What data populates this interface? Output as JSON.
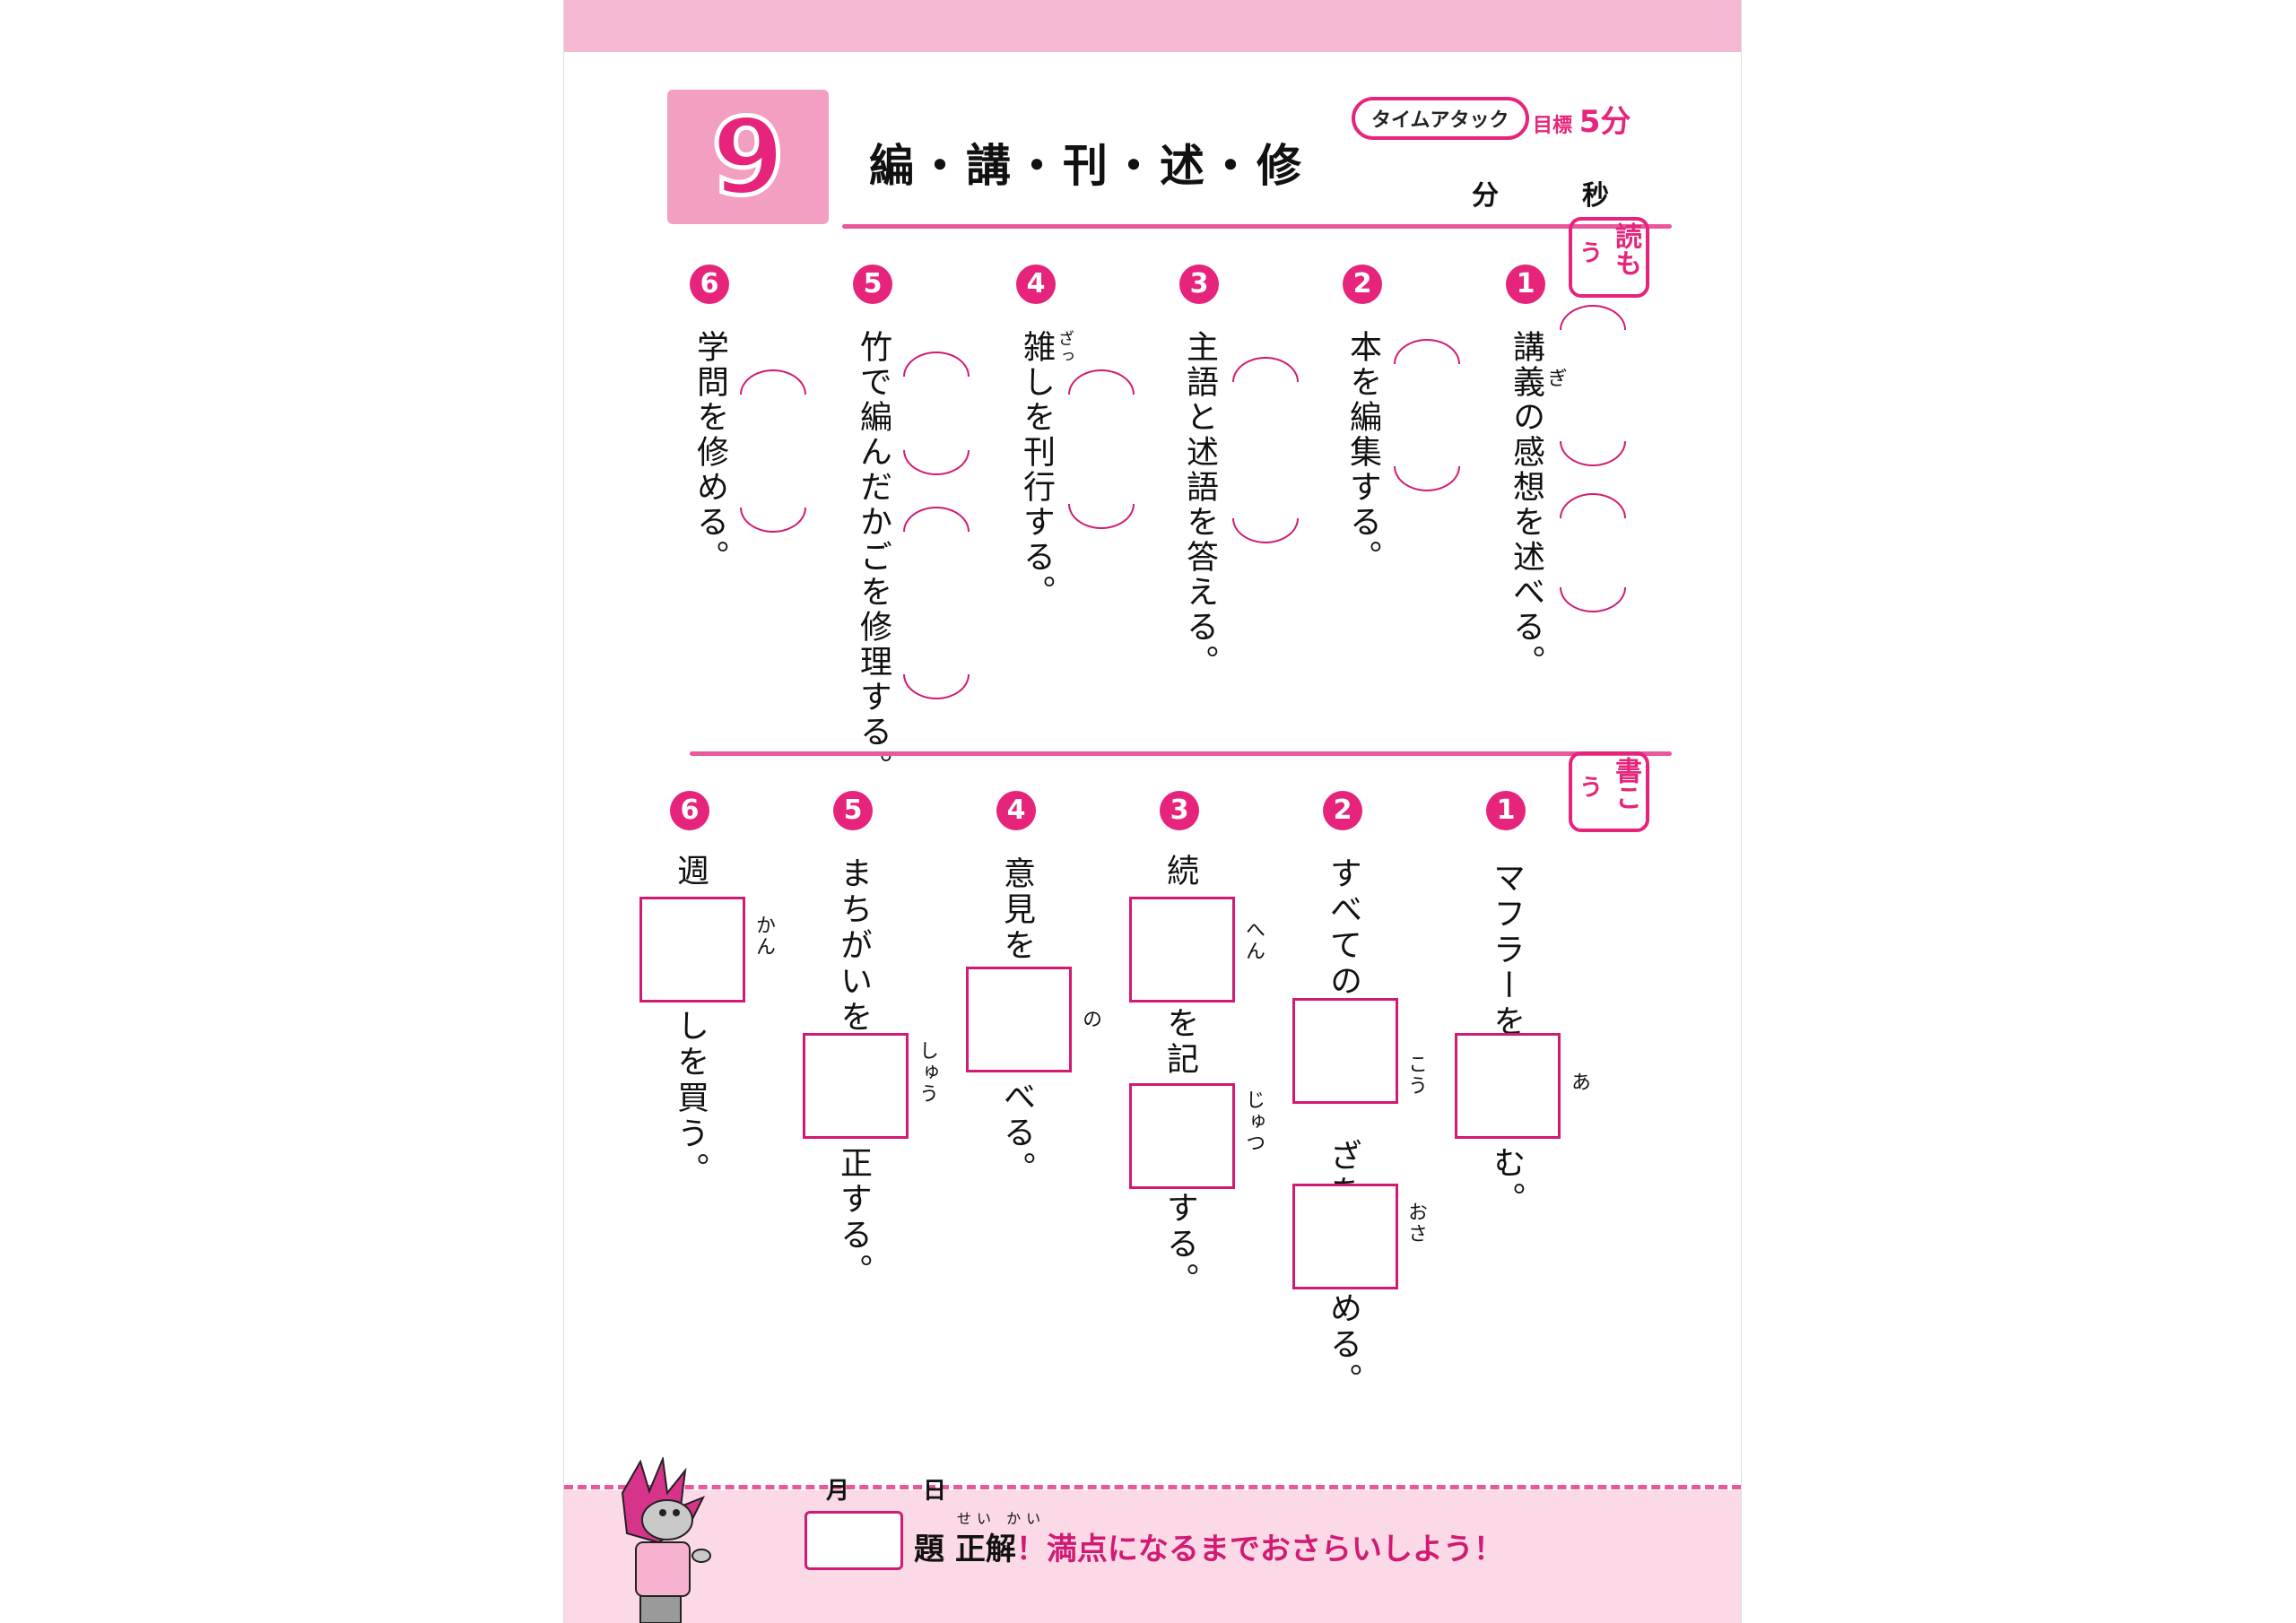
{
  "lesson": {
    "number": "9",
    "title": "編・講・刊・述・修",
    "time_attack_label": "タイムアタック",
    "target_label": "目標",
    "target_value": "5分",
    "minutes_unit": "分",
    "seconds_unit": "秒"
  },
  "reading": {
    "stamp_small": "う",
    "stamp_big": "読も",
    "questions": [
      {
        "num": "1",
        "text": "講義の感想を述べる。",
        "furigana": "ぎ"
      },
      {
        "num": "2",
        "text": "本を編集する。"
      },
      {
        "num": "3",
        "text": "主語と述語を答える。"
      },
      {
        "num": "4",
        "text": "雑しを刊行する。",
        "furigana": "ざっ"
      },
      {
        "num": "5",
        "text": "竹で編んだかごを修理する。"
      },
      {
        "num": "6",
        "text": "学問を修める。"
      }
    ]
  },
  "writing": {
    "stamp_small": "う",
    "stamp_big": "書こ",
    "questions": [
      {
        "num": "1",
        "pre": "マフラーを",
        "furi1": "あ",
        "post": "む。"
      },
      {
        "num": "2",
        "pre": "すべての",
        "furi1": "こう",
        "mid": "ざを",
        "furi2": "おさ",
        "post": "める。"
      },
      {
        "num": "3",
        "pre": "続",
        "furi1": "へん",
        "mid": "を記",
        "furi2": "じゅつ",
        "post": "する。"
      },
      {
        "num": "4",
        "pre": "意見を",
        "furi1": "の",
        "post": "べる。"
      },
      {
        "num": "5",
        "pre": "まちがいを",
        "furi1": "しゅう",
        "post": "正する。"
      },
      {
        "num": "6",
        "pre": "週",
        "furi1": "かん",
        "post": "しを買う。"
      }
    ]
  },
  "footer": {
    "month_label": "月",
    "day_label": "日",
    "score_unit": "題",
    "correct_label": "正解",
    "correct_furigana": "せい かい",
    "message": "！満点になるまでおさらいしよう！"
  },
  "colors": {
    "accent": "#e6247b",
    "band": "#f5b8d2",
    "bottom_band": "#fbd9e7"
  }
}
